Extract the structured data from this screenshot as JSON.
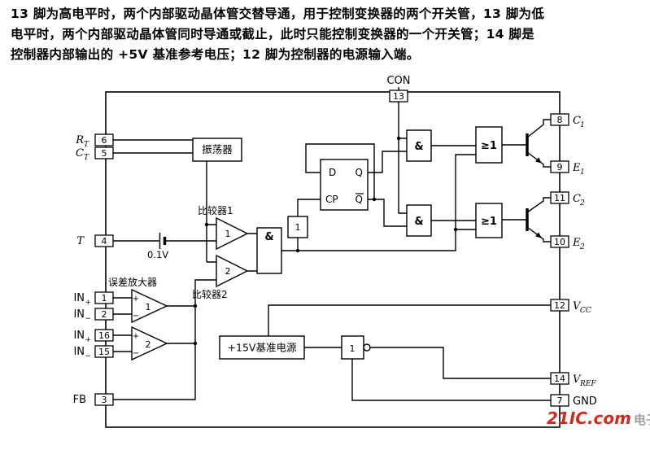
{
  "paragraph": {
    "line1": "13 脚为高电平时，两个内部驱动晶体管交替导通，用于控制变换器的两个开关管，13 脚为低",
    "line2": "电平时，两个内部驱动晶体管同时导通或截止，此时只能控制变换器的一个开关管；14 脚是",
    "line3": "控制器内部输出的 +5V 基准参考电压；12 脚为控制器的电源输入端。"
  },
  "blocks": {
    "oscillator": "振荡器",
    "comparator1": "比较器1",
    "comparator2": "比较器2",
    "error_amp": "误差放大器",
    "reference": "+15V基准电源",
    "battery": "0.1V"
  },
  "gates": {
    "and": "&",
    "or": "≥1",
    "buffer": "1",
    "inverter": "1",
    "ff_d": "D",
    "ff_q": "Q",
    "ff_cp": "CP",
    "ff_qbar": "Q",
    "comp1_num": "1",
    "comp2_num": "2",
    "amp1_num": "1",
    "amp2_num": "2",
    "plus": "+",
    "minus": "−"
  },
  "pins": {
    "top": {
      "num": "13",
      "label": "CON"
    },
    "left": [
      {
        "num": "6",
        "name": "R",
        "sub": "T"
      },
      {
        "num": "5",
        "name": "C",
        "sub": "T"
      },
      {
        "num": "4",
        "name": "T",
        "sub": ""
      },
      {
        "num": "1",
        "name": "IN",
        "sub": "+"
      },
      {
        "num": "2",
        "name": "IN",
        "sub": "−"
      },
      {
        "num": "16",
        "name": "IN",
        "sub": "+"
      },
      {
        "num": "15",
        "name": "IN",
        "sub": "−"
      },
      {
        "num": "3",
        "name": "FB",
        "sub": ""
      }
    ],
    "right": [
      {
        "num": "8",
        "name": "C",
        "sub": "1"
      },
      {
        "num": "9",
        "name": "E",
        "sub": "1"
      },
      {
        "num": "11",
        "name": "C",
        "sub": "2"
      },
      {
        "num": "10",
        "name": "E",
        "sub": "2"
      },
      {
        "num": "12",
        "name": "V",
        "sub": "CC"
      },
      {
        "num": "14",
        "name": "V",
        "sub": "REF"
      },
      {
        "num": "7",
        "name": "GND",
        "sub": ""
      }
    ]
  },
  "watermark": {
    "brand": "21IC.com",
    "suffix": "电子网"
  }
}
